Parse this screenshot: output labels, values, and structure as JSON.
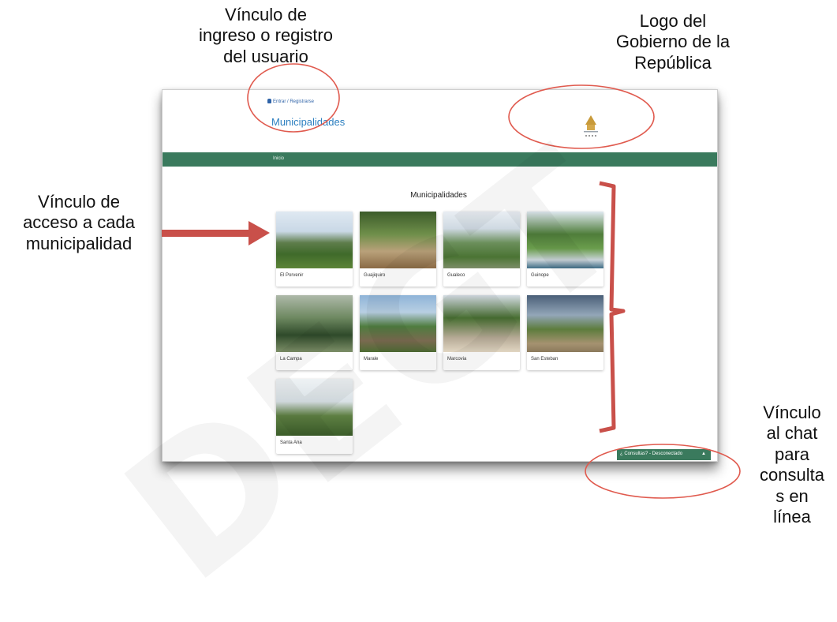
{
  "annotations": {
    "login_note": "Vínculo de\ningreso o registro\ndel usuario",
    "logo_note": "Logo del\nGobierno de la\nRepública",
    "municipality_note": "Vínculo de\nacceso a cada\nmunicipalidad",
    "chat_note": "Vínculo\nal chat\npara\nconsulta\ns en\nlínea"
  },
  "header": {
    "login_link": "Entrar / Registrarse",
    "site_title": "Municipalidades",
    "logo": "Gobierno de la República logo"
  },
  "navbar": {
    "items": [
      "Inicio"
    ]
  },
  "content": {
    "title": "Municipalidades",
    "municipalities": [
      "El Porvenir",
      "Guajiquiro",
      "Gualeco",
      "Guinope",
      "La Campa",
      "Marale",
      "Marcovia",
      "San Esteban",
      "Santa Ana"
    ]
  },
  "chat": {
    "label": "¿ Consultas? - Desconectado",
    "toggle_icon": "chevron-up-icon"
  },
  "colors": {
    "nav_green": "#3a7a5d",
    "link_blue": "#2c7fc0",
    "annotation_red": "#e05a4e",
    "arrow_red": "#c9504a"
  }
}
